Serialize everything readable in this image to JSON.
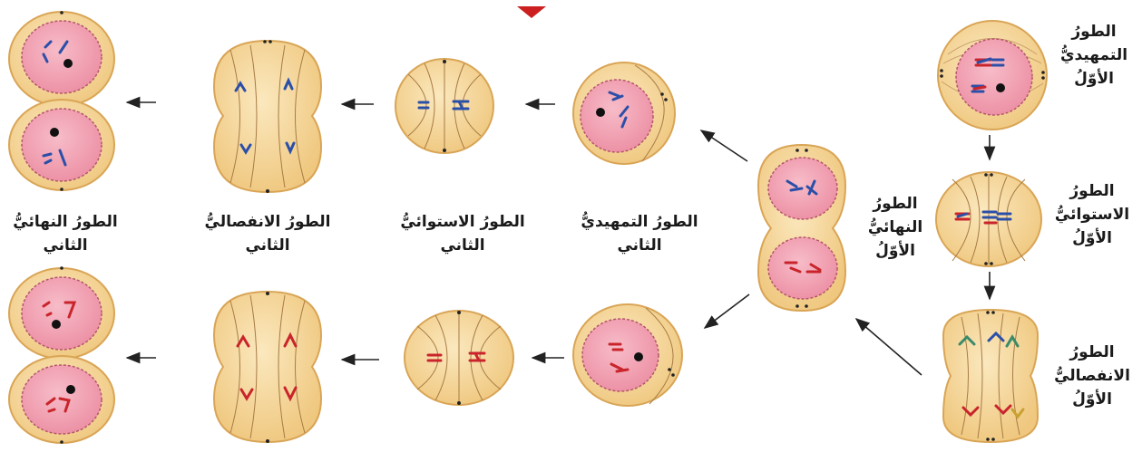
{
  "stages": {
    "prophase1": {
      "lines": [
        "الطورُ",
        "التمهيديُّ",
        "الأوّلُ"
      ]
    },
    "metaphase1": {
      "lines": [
        "الطورُ",
        "الاستوائيُّ",
        "الأوّلُ"
      ]
    },
    "anaphase1": {
      "lines": [
        "الطورُ",
        "الانفصاليُّ",
        "الأوّلُ"
      ]
    },
    "telophase1": {
      "lines": [
        "الطورُ",
        "النهائيُّ",
        "الأوّلُ"
      ]
    },
    "prophase2": {
      "lines": [
        "الطورُ التمهيديُّ",
        "الثاني"
      ]
    },
    "metaphase2": {
      "lines": [
        "الطورُ الاستوائيُّ",
        "الثاني"
      ]
    },
    "anaphase2": {
      "lines": [
        "الطورُ الانفصاليُّ",
        "الثاني"
      ]
    },
    "telophase2": {
      "lines": [
        "الطورُ النهائيُّ",
        "الثاني"
      ]
    }
  },
  "colors": {
    "cell_fill": "#f6dca0",
    "cell_stroke": "#d9a556",
    "nucleus_fill": "#f0a3b4",
    "chromosome_blue": "#2b4fa8",
    "chromosome_red": "#c9242b",
    "chromosome_green": "#3a8a6a",
    "arrow": "#222222",
    "marker": "#cc1f1f"
  }
}
